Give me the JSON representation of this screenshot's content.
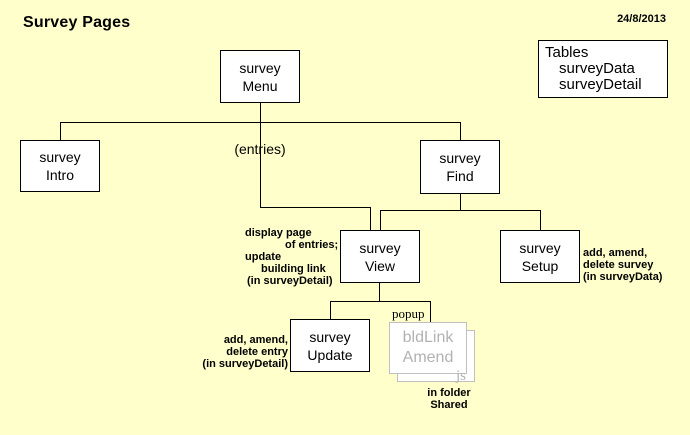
{
  "page": {
    "title": "Survey Pages",
    "date": "24/8/2013"
  },
  "colors": {
    "background": "#FFFFCC",
    "box_fill": "#FFFFFF",
    "box_border": "#000000",
    "connector": "#000000",
    "popup_border": "#C0C0C0",
    "popup_text": "#B2B2B2"
  },
  "tables_box": {
    "title": "Tables",
    "items": [
      "surveyData",
      "surveyDetail"
    ]
  },
  "nodes": {
    "menu": {
      "line1": "survey",
      "line2": "Menu"
    },
    "intro": {
      "line1": "survey",
      "line2": "Intro"
    },
    "find": {
      "line1": "survey",
      "line2": "Find"
    },
    "view": {
      "line1": "survey",
      "line2": "View"
    },
    "setup": {
      "line1": "survey",
      "line2": "Setup"
    },
    "update": {
      "line1": "survey",
      "line2": "Update"
    }
  },
  "labels": {
    "entries": "(entries)",
    "popup": "popup",
    "js": "js"
  },
  "popup_stack": {
    "line1": "bldLink",
    "line2": "Amend"
  },
  "annotations": {
    "view_note": {
      "lines": [
        "display page",
        "of entries;",
        "update",
        "building link",
        "(in surveyDetail)"
      ]
    },
    "setup_note": {
      "lines": [
        "add, amend,",
        "delete survey",
        "(in surveyData)"
      ]
    },
    "update_note": {
      "lines": [
        "add, amend,",
        "delete entry",
        "(in surveyDetail)"
      ]
    },
    "folder_note": {
      "lines": [
        "in folder",
        "Shared"
      ]
    }
  }
}
